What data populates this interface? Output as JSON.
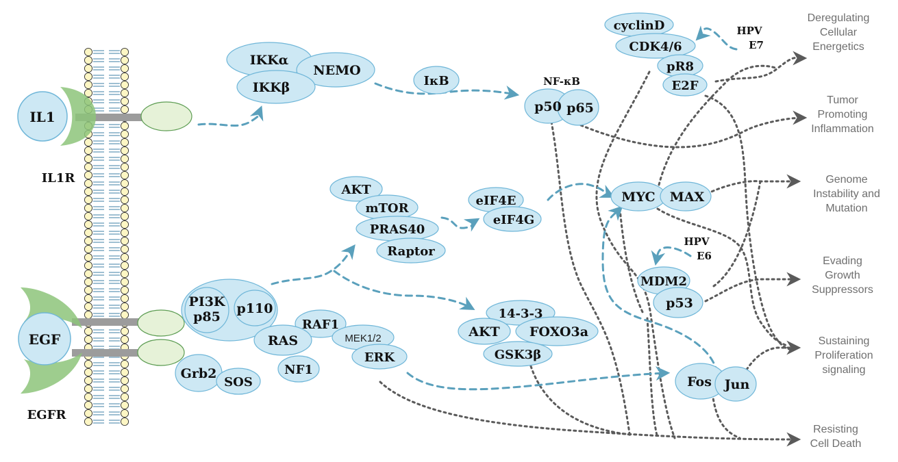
{
  "receptors": {
    "il1r": {
      "ligand": "IL1",
      "receptor": "IL1R"
    },
    "egfr": {
      "ligand": "EGF",
      "receptor": "EGFR"
    }
  },
  "nodes": {
    "ikka": "IKKα",
    "ikkb": "IKKβ",
    "nemo": "NEMO",
    "ikb": "IκB",
    "nfkb_title": "NF-κB",
    "p50": "p50",
    "p65": "p65",
    "akt1": "AKT",
    "mtor": "mTOR",
    "pras40": "PRAS40",
    "raptor": "Raptor",
    "eif4e": "eIF4E",
    "eif4g": "eIF4G",
    "pi3k": "PI3K",
    "p85": "p85",
    "p110": "p110",
    "raf1": "RAF1",
    "ras": "RAS",
    "mek": "MEK1/2",
    "erk": "ERK",
    "nf1": "NF1",
    "grb2": "Grb2",
    "sos": "SOS",
    "b1433": "14-3-3",
    "akt2": "AKT",
    "foxo3a": "FOXO3a",
    "gsk3b": "GSK3β",
    "cyclind": "cyclinD",
    "cdk46": "CDK4/6",
    "pr8": "pR8",
    "e2f": "E2F",
    "myc": "MYC",
    "max": "MAX",
    "mdm2": "MDM2",
    "p53": "p53",
    "fos": "Fos",
    "jun": "Jun"
  },
  "viral": {
    "e7": {
      "line1": "HPV",
      "line2": "E7"
    },
    "e6": {
      "line1": "HPV",
      "line2": "E6"
    }
  },
  "hallmarks": {
    "energetics": [
      "Deregulating",
      "Cellular",
      "Energetics"
    ],
    "inflammation": [
      "Tumor",
      "Promoting",
      "Inflammation"
    ],
    "genome": [
      "Genome",
      "Instability and",
      "Mutation"
    ],
    "suppressors": [
      "Evading",
      "Growth",
      "Suppressors"
    ],
    "proliferation": [
      "Sustaining",
      "Proliferation",
      "signaling"
    ],
    "death": [
      "Resisting",
      "Cell Death"
    ]
  },
  "colors": {
    "node_fill": "#cde8f4",
    "node_stroke": "#6fb6d8",
    "receptor_green": "#8dc47a",
    "receptor_light": "#e6f2d8",
    "membrane_lipid": "#fdf6c4",
    "arrow_blue": "#5aa0bc",
    "arrow_gray": "#5a5a5a",
    "hallmark_gray": "#6f6f6f"
  }
}
